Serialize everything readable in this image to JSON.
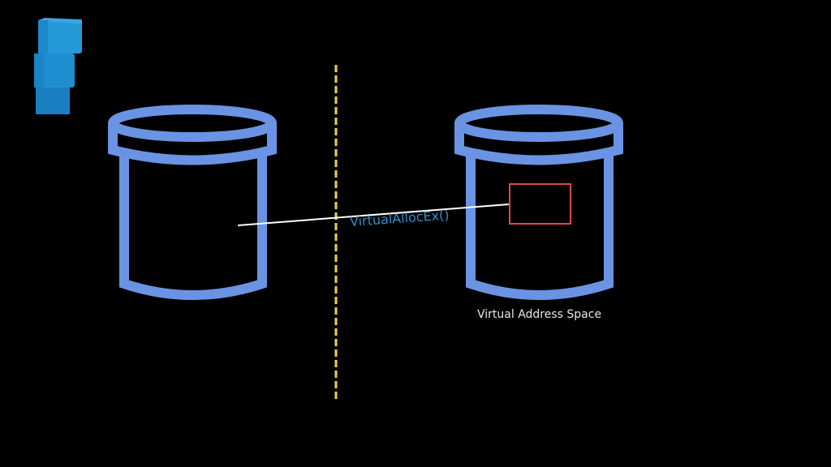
{
  "colors": {
    "background": "#000000",
    "container_stroke": "#6b93e3",
    "divider": "#f5d142",
    "connector": "#ffffff",
    "memory_region": "#e04848",
    "api_label": "#2e8fc9",
    "caption": "#e8e8e8",
    "logo_blue": "#1f8ed0"
  },
  "logo": {
    "icon": "stacked-blocks-icon"
  },
  "source_process": {
    "icon": "container-icon"
  },
  "target_process": {
    "icon": "container-icon",
    "caption": "Virtual Address Space"
  },
  "boundary": {
    "style": "dashed"
  },
  "connector": {
    "label": "VirtualAllocEx()"
  }
}
